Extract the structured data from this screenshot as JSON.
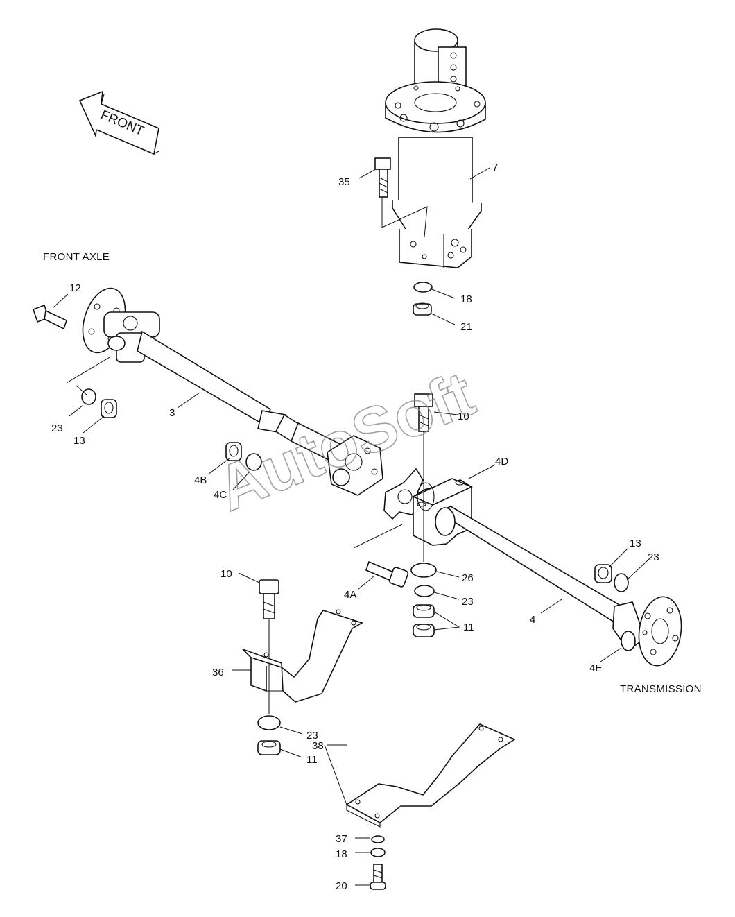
{
  "direction_arrow": {
    "label": "FRONT"
  },
  "captions": {
    "front_axle": "FRONT AXLE",
    "transmission": "TRANSMISSION"
  },
  "watermark": "AutoSoft",
  "callouts": [
    {
      "id": "c35",
      "text": "35"
    },
    {
      "id": "c7",
      "text": "7"
    },
    {
      "id": "c18a",
      "text": "18"
    },
    {
      "id": "c21",
      "text": "21"
    },
    {
      "id": "c12",
      "text": "12"
    },
    {
      "id": "c23a",
      "text": "23"
    },
    {
      "id": "c13a",
      "text": "13"
    },
    {
      "id": "c3",
      "text": "3"
    },
    {
      "id": "c10a",
      "text": "10"
    },
    {
      "id": "c4D",
      "text": "4D"
    },
    {
      "id": "c4B",
      "text": "4B"
    },
    {
      "id": "c4C",
      "text": "4C"
    },
    {
      "id": "c13b",
      "text": "13"
    },
    {
      "id": "c23b",
      "text": "23"
    },
    {
      "id": "c10b",
      "text": "10"
    },
    {
      "id": "c26",
      "text": "26"
    },
    {
      "id": "c4A",
      "text": "4A"
    },
    {
      "id": "c23c",
      "text": "23"
    },
    {
      "id": "c11a",
      "text": "11"
    },
    {
      "id": "c4",
      "text": "4"
    },
    {
      "id": "c4E",
      "text": "4E"
    },
    {
      "id": "c36",
      "text": "36"
    },
    {
      "id": "c23d",
      "text": "23"
    },
    {
      "id": "c11b",
      "text": "11"
    },
    {
      "id": "c38",
      "text": "38"
    },
    {
      "id": "c37",
      "text": "37"
    },
    {
      "id": "c18b",
      "text": "18"
    },
    {
      "id": "c20",
      "text": "20"
    }
  ]
}
